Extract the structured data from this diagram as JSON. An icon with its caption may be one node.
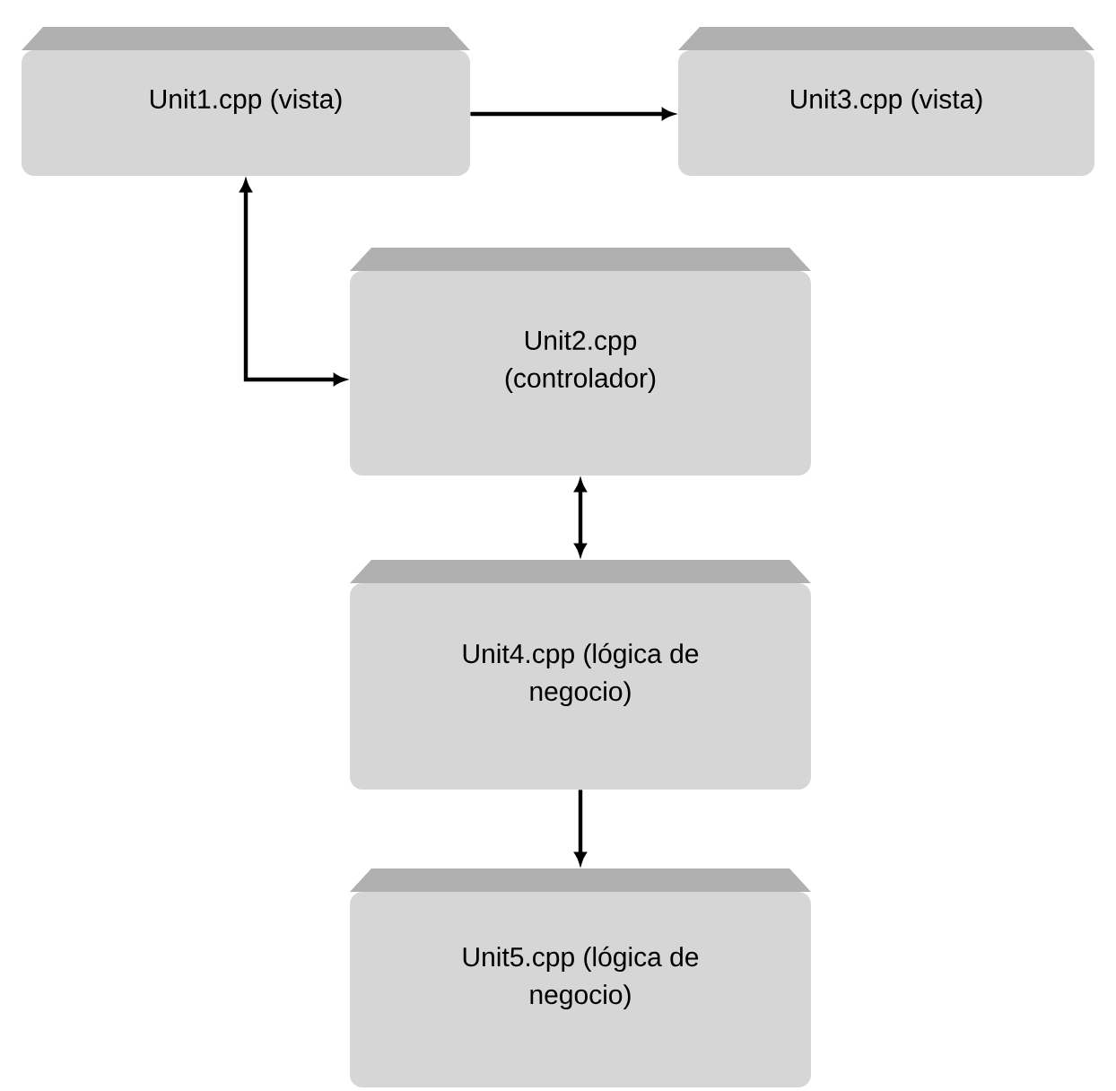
{
  "diagram": {
    "nodes": [
      {
        "text": [
          "Unit1.cpp (vista)"
        ]
      },
      {
        "text": [
          "Unit2.cpp (controlador)"
        ]
      },
      {
        "text": [
          "Unit3.cpp (vista)"
        ]
      },
      {
        "text": [
          "Unit4.cpp (lógica de negocio)"
        ]
      },
      {
        "text": [
          "Unit5.cpp (lógica de negocio)"
        ]
      }
    ],
    "edges": [
      {
        "from": 0,
        "to": 2,
        "arrow": "to"
      },
      {
        "from": 0,
        "to": 1,
        "arrow": "both"
      },
      {
        "from": 1,
        "to": 3,
        "arrow": "both"
      },
      {
        "from": 3,
        "to": 4,
        "arrow": "to"
      }
    ]
  }
}
